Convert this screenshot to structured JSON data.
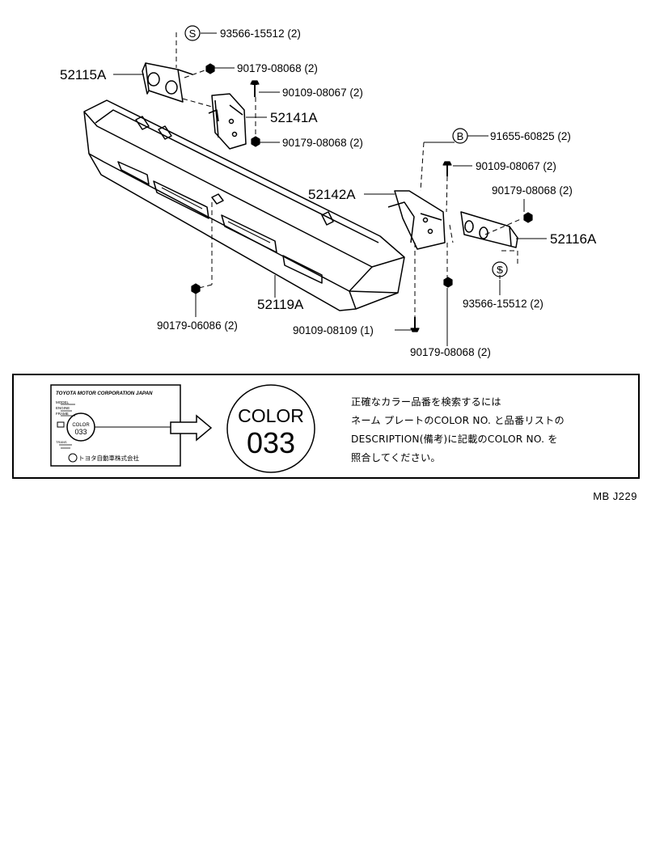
{
  "parts": {
    "p52115A": "52115A",
    "p93566_top": "93566-15512 (2)",
    "p90179_08068_a": "90179-08068 (2)",
    "p90109_08067_a": "90109-08067 (2)",
    "p52141A": "52141A",
    "p90179_08068_b": "90179-08068 (2)",
    "p91655": "91655-60825 (2)",
    "p90109_08067_b": "90109-08067 (2)",
    "p52142A": "52142A",
    "p90179_08068_c": "90179-08068 (2)",
    "p52116A": "52116A",
    "p93566_right": "93566-15512 (2)",
    "p52119A": "52119A",
    "p90179_06086": "90179-06086 (2)",
    "p90109_08109": "90109-08109 (1)",
    "p90179_08068_d": "90179-08068 (2)"
  },
  "symbols": {
    "s": "S",
    "b": "B"
  },
  "nameplate": {
    "line1": "TOYOTA MOTOR CORPORATION JAPAN",
    "model": "MODEL",
    "engine": "ENGINE",
    "frame": "FRAME",
    "color_label": "COLOR",
    "color_code": "033",
    "trans": "TRANS",
    "maker": "トヨタ自動車株式会社"
  },
  "color_circle": {
    "label": "COLOR",
    "code": "033"
  },
  "notice": {
    "line1": "正確なカラー品番を検索するには",
    "line2": "ネーム プレートのCOLOR NO. と品番リストの",
    "line3": "DESCRIPTION(備考)に記載のCOLOR NO. を",
    "line4": "照合してください。"
  },
  "reference": "MB J229"
}
